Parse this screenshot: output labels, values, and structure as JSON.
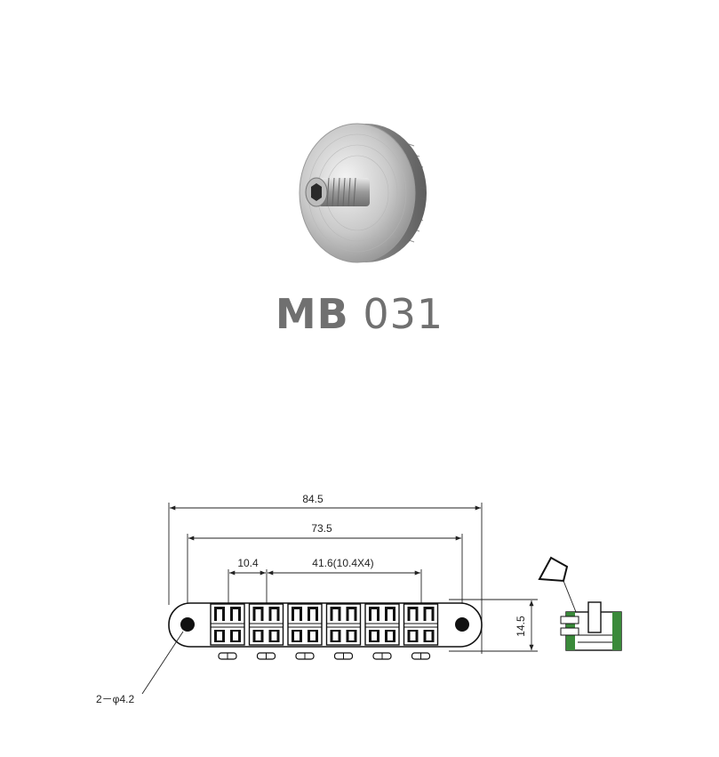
{
  "product": {
    "model_prefix": "MB",
    "model_number": "031"
  },
  "drawing": {
    "overall_length": "84.5",
    "hole_spacing": "73.5",
    "saddle_pitch": "10.4",
    "saddle_span": "41.6(10.4X4)",
    "height": "14.5",
    "hole_callout": "2－φ4.2",
    "saddle_count": 6
  }
}
